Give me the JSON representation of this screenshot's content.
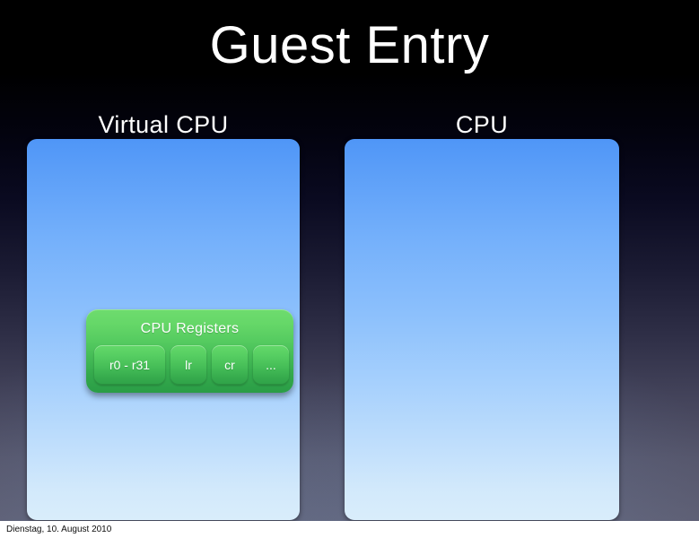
{
  "slide": {
    "title": "Guest Entry",
    "background_top_color": "#000000",
    "background_bottom_color": "#5d5d71"
  },
  "columns": [
    {
      "heading": "Virtual CPU",
      "panel_top_color": "#4f96f7",
      "panel_bottom_color": "#d9edfb"
    },
    {
      "heading": "CPU",
      "panel_top_color": "#4f96f7",
      "panel_bottom_color": "#d9edfb"
    }
  ],
  "registers_group": {
    "title": "CPU Registers",
    "fill_top_color": "#6edc6e",
    "fill_bottom_color": "#2a9d46",
    "pills": [
      {
        "label": "r0 - r31",
        "width": "wide"
      },
      {
        "label": "lr",
        "width": "narrow"
      },
      {
        "label": "cr",
        "width": "narrow"
      },
      {
        "label": "...",
        "width": "narrow"
      }
    ]
  },
  "footer": {
    "date": "Dienstag, 10. August 2010"
  }
}
